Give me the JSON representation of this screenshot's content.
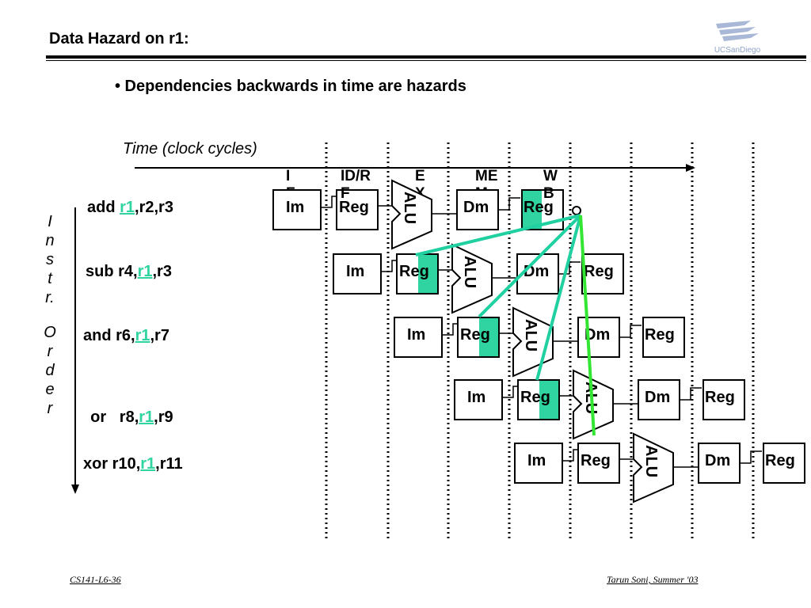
{
  "slide": {
    "title": "Data Hazard on r1:",
    "bullet": "• Dependencies backwards in time are hazards",
    "time_label": "Time (clock cycles)",
    "stage_headers": [
      {
        "top": "I",
        "bottom": "F"
      },
      {
        "top": "ID/R",
        "bottom": "F"
      },
      {
        "top": "E",
        "bottom": "X"
      },
      {
        "top": "ME",
        "bottom": "M"
      },
      {
        "top": "W",
        "bottom": "B"
      }
    ],
    "axis_label_lines": [
      "I",
      "n",
      "s",
      "t",
      "r.",
      "",
      "O",
      "r",
      "d",
      "e",
      "r"
    ],
    "instructions": [
      {
        "pre": "add ",
        "reg": "r1",
        "post": ",r2,r3"
      },
      {
        "pre": "sub r4,",
        "reg": "r1",
        "post": ",r3"
      },
      {
        "pre": "and r6,",
        "reg": "r1",
        "post": ",r7"
      },
      {
        "pre": "or   r8,",
        "reg": "r1",
        "post": ",r9"
      },
      {
        "pre": "xor r10,",
        "reg": "r1",
        "post": ",r11"
      }
    ],
    "pipeline_labels": {
      "im": "Im",
      "reg": "Reg",
      "alu": "ALU",
      "dm": "Dm"
    },
    "footer_left": "CS141-L6-36",
    "footer_right": "Tarun Soni, Summer '03",
    "logo_text": "UCSanDiego"
  },
  "colors": {
    "highlight": "#2fd4a0",
    "arrow_teal": "#20d0a0",
    "arrow_green": "#33e633",
    "accent_logo": "#8fa3c9"
  }
}
